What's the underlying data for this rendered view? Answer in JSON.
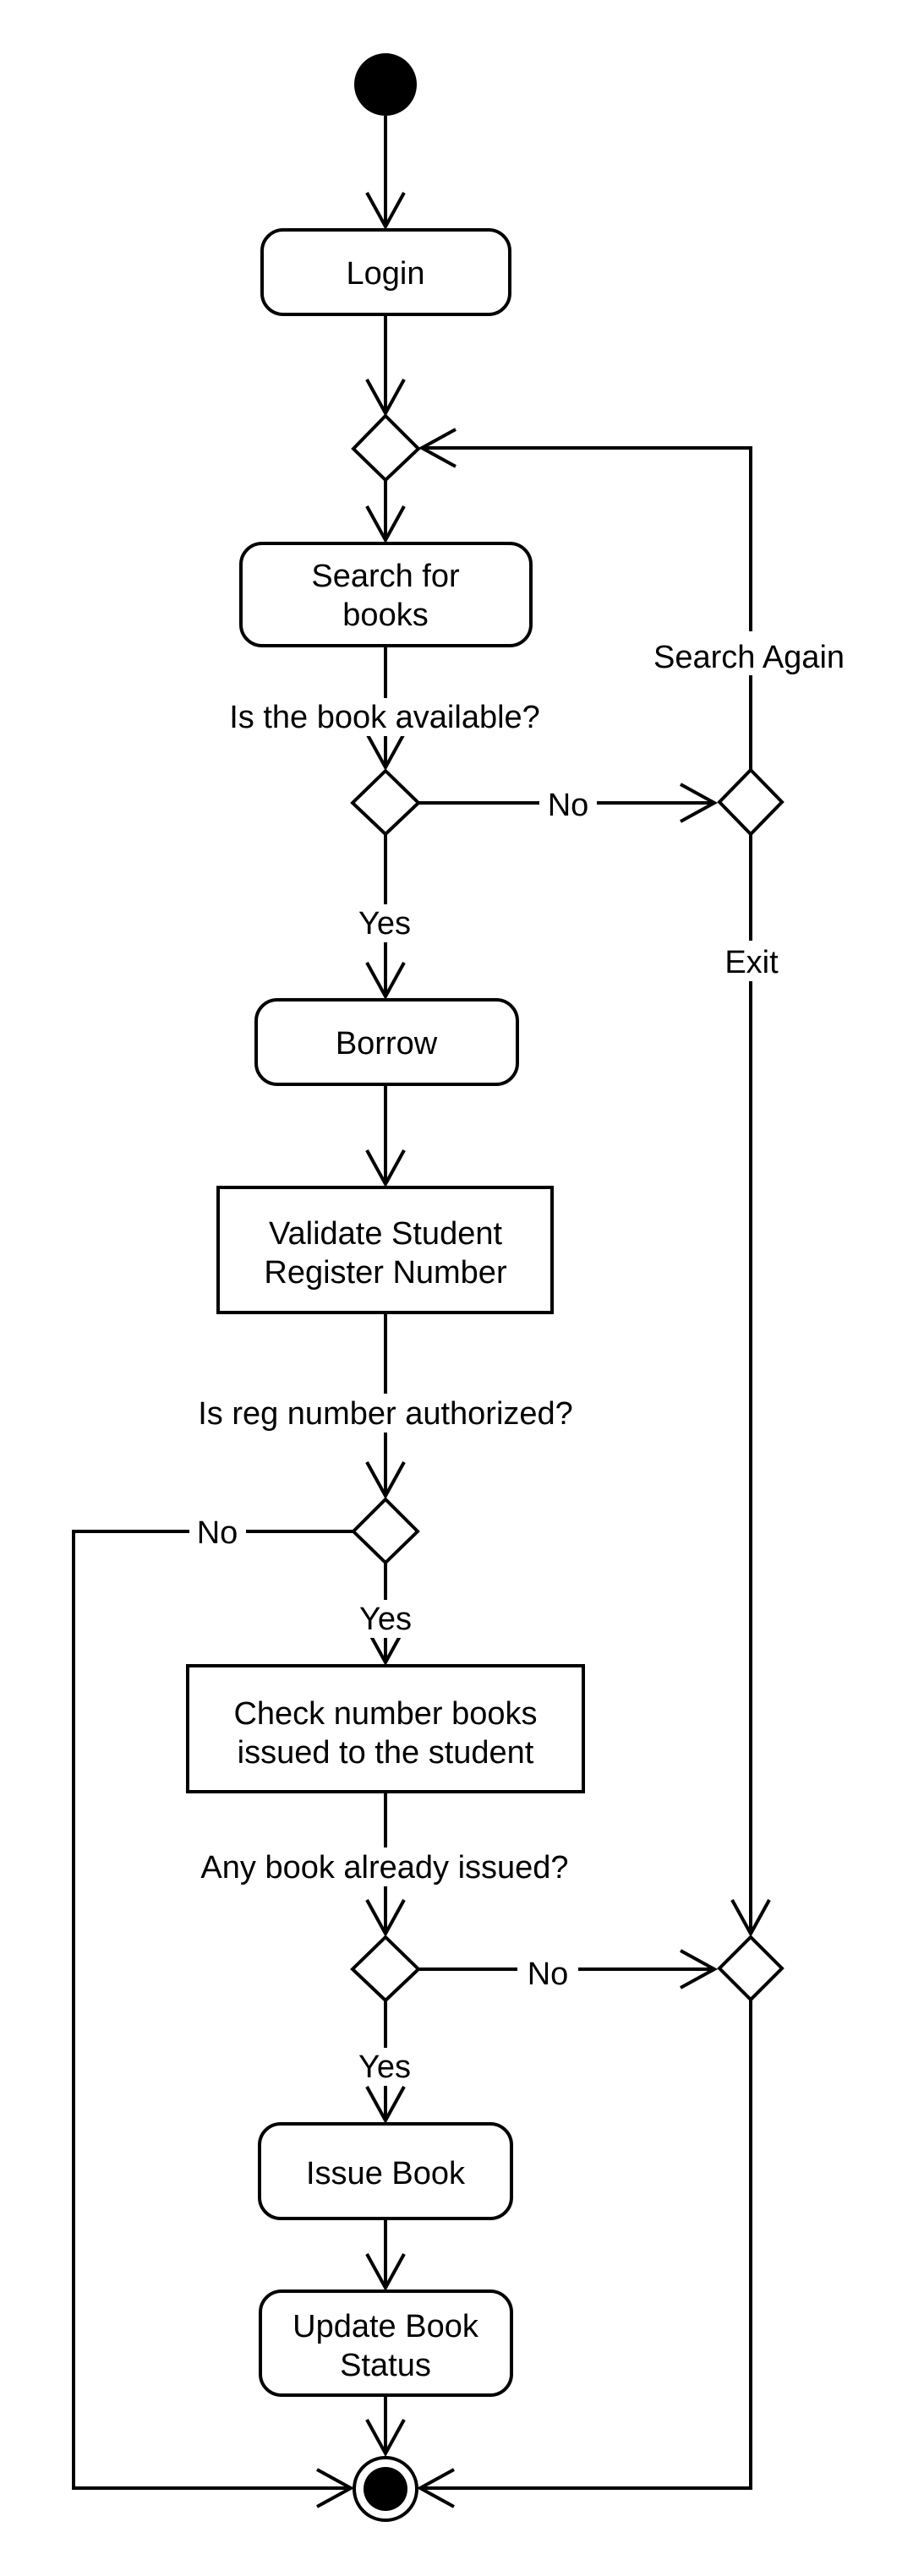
{
  "diagram": {
    "type": "uml-activity-diagram",
    "colors": {
      "background": "#ffffff",
      "stroke": "#000000",
      "text": "#000000",
      "node_fill": "#ffffff",
      "terminal_fill": "#000000"
    },
    "nodes": {
      "login": {
        "label": "Login"
      },
      "search_for_books": {
        "line1": "Search for",
        "line2": "books"
      },
      "borrow": {
        "label": "Borrow"
      },
      "validate_student": {
        "line1": "Validate Student",
        "line2": "Register Number"
      },
      "check_books": {
        "line1": "Check number books",
        "line2": "issued to the student"
      },
      "issue_book": {
        "label": "Issue Book"
      },
      "update_book_status": {
        "line1": "Update Book",
        "line2": "Status"
      }
    },
    "edge_labels": {
      "is_book_available": "Is the book available?",
      "available_yes": "Yes",
      "available_no": "No",
      "search_again": "Search Again",
      "exit": "Exit",
      "is_reg_authorized": "Is reg number authorized?",
      "authorized_yes": "Yes",
      "authorized_no": "No",
      "any_book_issued": "Any book already issued?",
      "issued_yes": "Yes",
      "issued_no": "No"
    }
  }
}
